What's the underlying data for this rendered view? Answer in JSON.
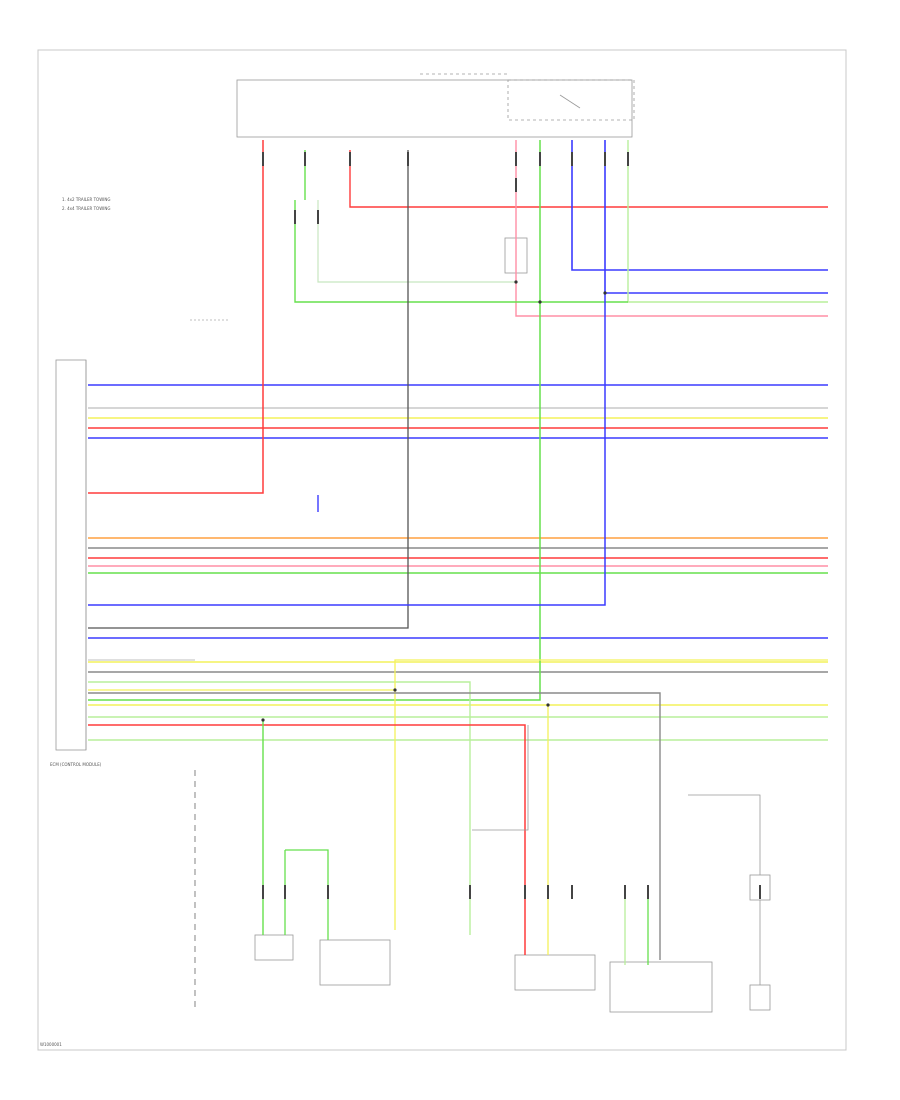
{
  "diagram": {
    "footer_code": "W1000001",
    "legend": [
      "1. 4x2 TRAILER TOWING",
      "2. 4x4 TRAILER TOWING"
    ],
    "ecm_label": "ECM (CONTROL MODULE)",
    "colors": {
      "red": "#ff3b3b",
      "green": "#66e04d",
      "lightgreen": "#b8ef9c",
      "blue": "#3b3bff",
      "yellow": "#f4f25a",
      "orange": "#ffa040",
      "pink": "#ff8fa6",
      "gray": "#8a8a8a",
      "darkgray": "#555555"
    }
  }
}
